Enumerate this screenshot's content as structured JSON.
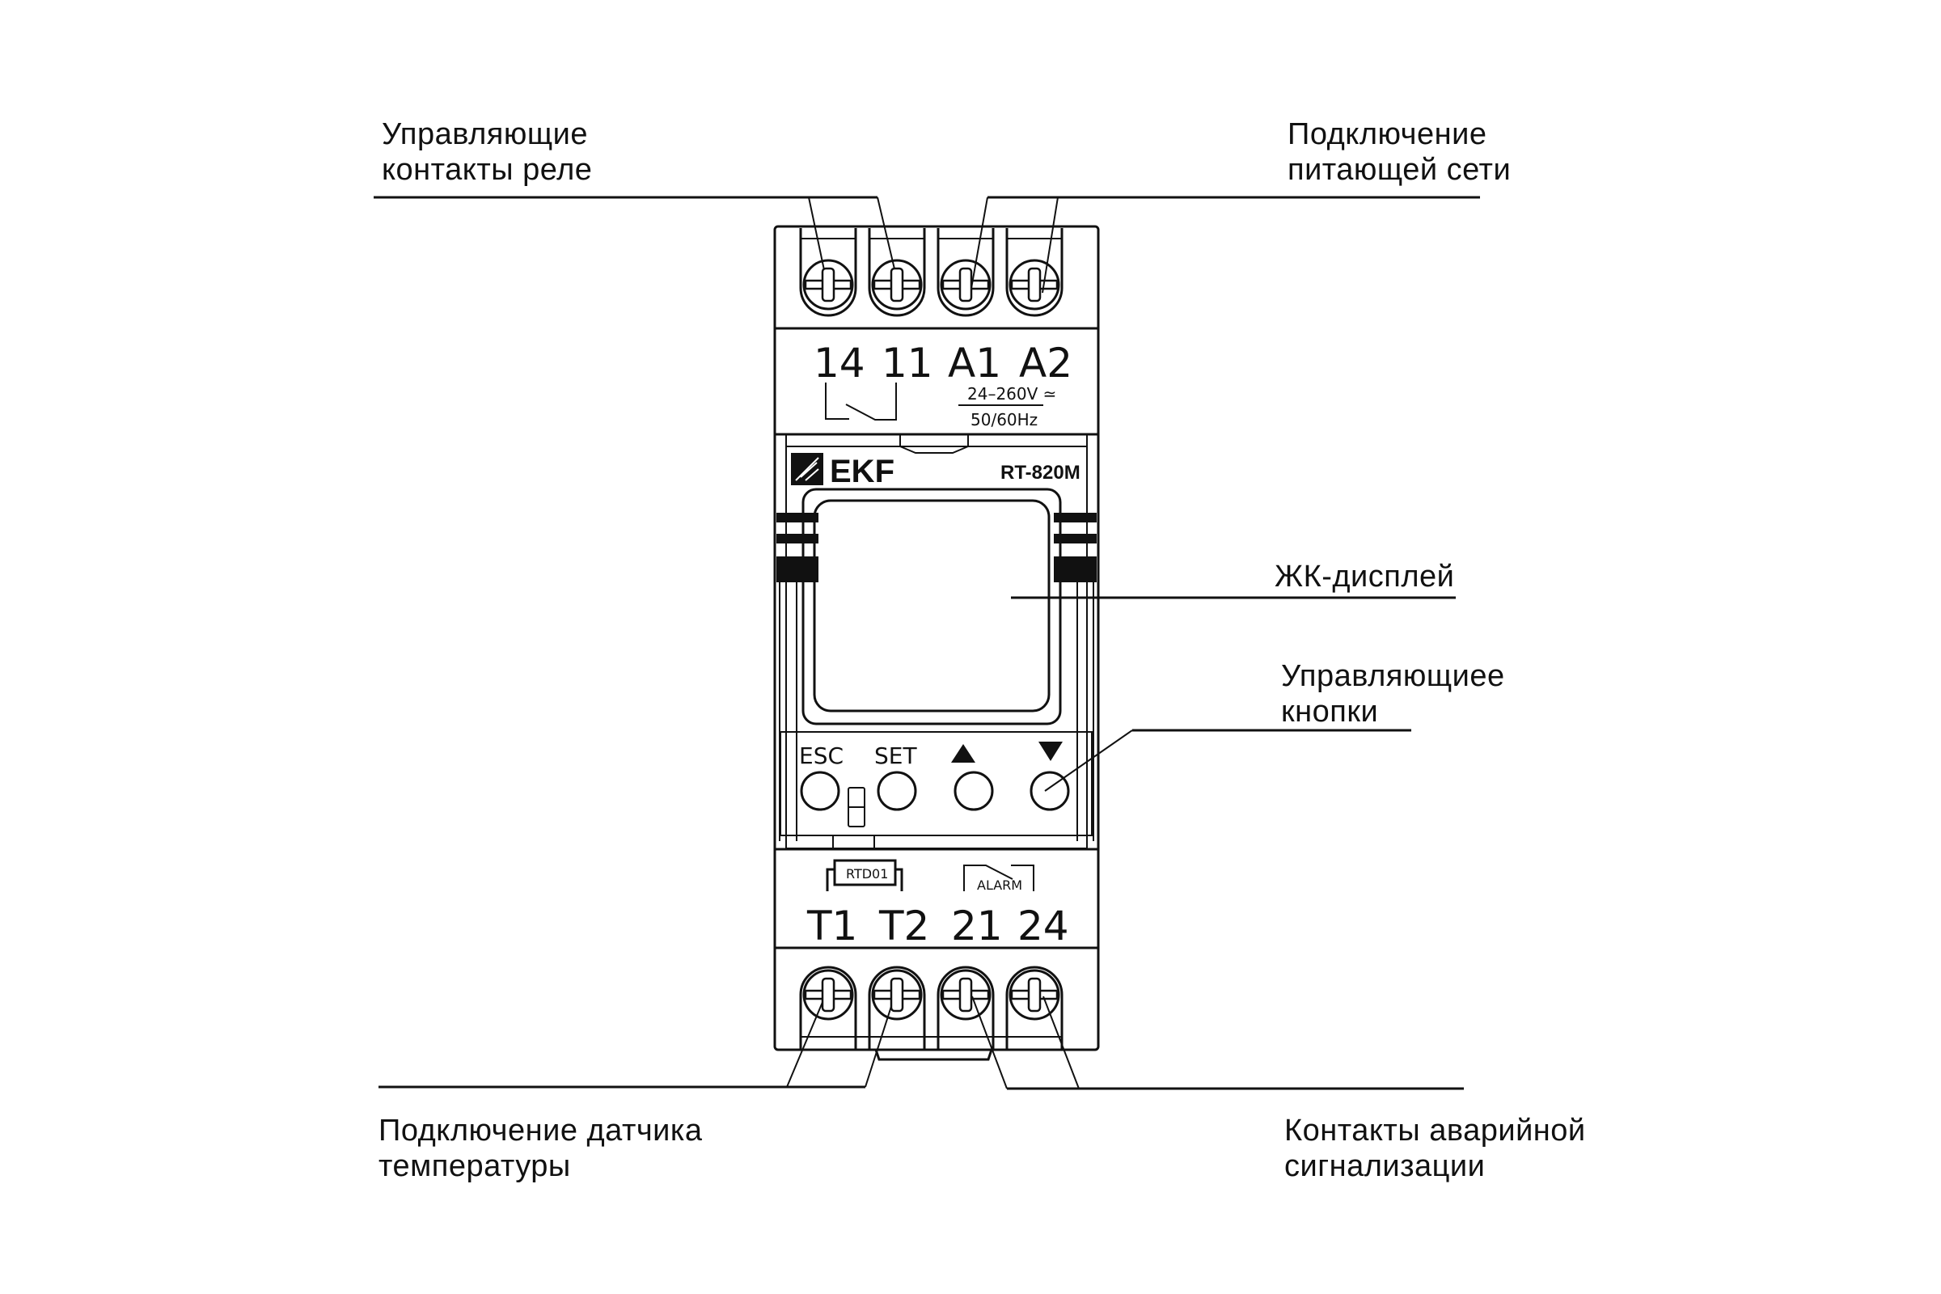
{
  "callouts": {
    "relay_contacts": [
      "Управляющие",
      "контакты реле"
    ],
    "power_supply": [
      "Подключение",
      "питающей сети"
    ],
    "lcd": [
      "ЖК-дисплей"
    ],
    "buttons": [
      "Управляющиее",
      "кнопки"
    ],
    "temp_sensor": [
      "Подключение датчика",
      "температуры"
    ],
    "alarm_contacts": [
      "Контакты аварийной",
      "сигнализации"
    ]
  },
  "device": {
    "brand": "EKF",
    "model": "RT-820M",
    "top_terminals": [
      "14",
      "11",
      "A1",
      "A2"
    ],
    "voltage": "24–260V ≃",
    "frequency": "50/60Hz",
    "buttons": [
      {
        "label": "ESC",
        "icon": ""
      },
      {
        "label": "SET",
        "icon": ""
      },
      {
        "label": "",
        "icon": "triangle-up-icon"
      },
      {
        "label": "",
        "icon": "triangle-down-icon"
      }
    ],
    "sensor_label": "RTD01",
    "alarm_label": "ALARM",
    "bottom_terminals": [
      "T1",
      "T2",
      "21",
      "24"
    ]
  }
}
